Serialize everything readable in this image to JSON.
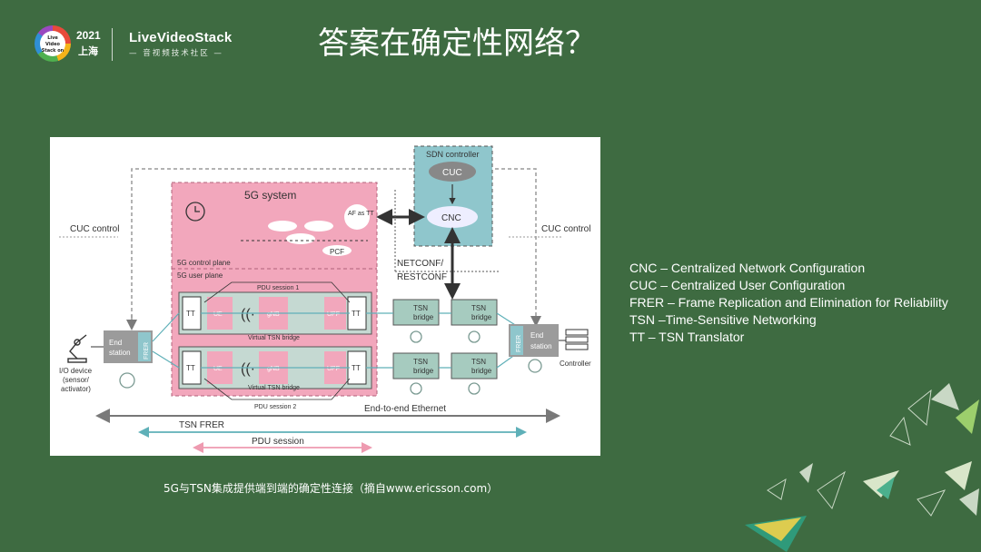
{
  "header": {
    "logo_year": "2021",
    "logo_city": "上海",
    "logo_badge": "Live Video Stack on",
    "logo_brand": "LiveVideoStack",
    "logo_sub": "— 音视频技术社区 —",
    "title": "答案在确定性网络？"
  },
  "diagram": {
    "sdn_controller": "SDN controller",
    "cuc": "CUC",
    "cnc": "CNC",
    "system_5g": "5G system",
    "af_as_tt": "AF as TT",
    "pcf": "PCF",
    "control_plane": "5G control plane",
    "user_plane": "5G user plane",
    "cuc_control_left": "CUC control",
    "cuc_control_right": "CUC control",
    "netconf": "NETCONF/",
    "restconf": "RESTCONF",
    "pdu_session_1": "PDU session 1",
    "pdu_session_2": "PDU session 2",
    "virtual_tsn_bridge": "Virtual TSN bridge",
    "tt": "TT",
    "ue": "UE",
    "gnb": "gNB",
    "upf": "UPF",
    "tsn_bridge_1": "TSN",
    "tsn_bridge_2": "bridge",
    "end_station_1": "End",
    "end_station_2": "station",
    "frer": "FRER",
    "io_device_1": "I/O device",
    "io_device_2": "(sensor/",
    "io_device_3": "activator)",
    "controller": "Controller",
    "e2e_ethernet": "End-to-end Ethernet",
    "tsn_frer": "TSN FRER",
    "pdu_session": "PDU session"
  },
  "legend": [
    "CNC – Centralized Network Configuration",
    "CUC – Centralized User Configuration",
    "FRER – Frame Replication and Elimination for Reliability",
    "TSN –Time-Sensitive Networking",
    "TT – TSN Translator"
  ],
  "caption": "5G与TSN集成提供端到端的确定性连接（摘自www.ericsson.com）"
}
